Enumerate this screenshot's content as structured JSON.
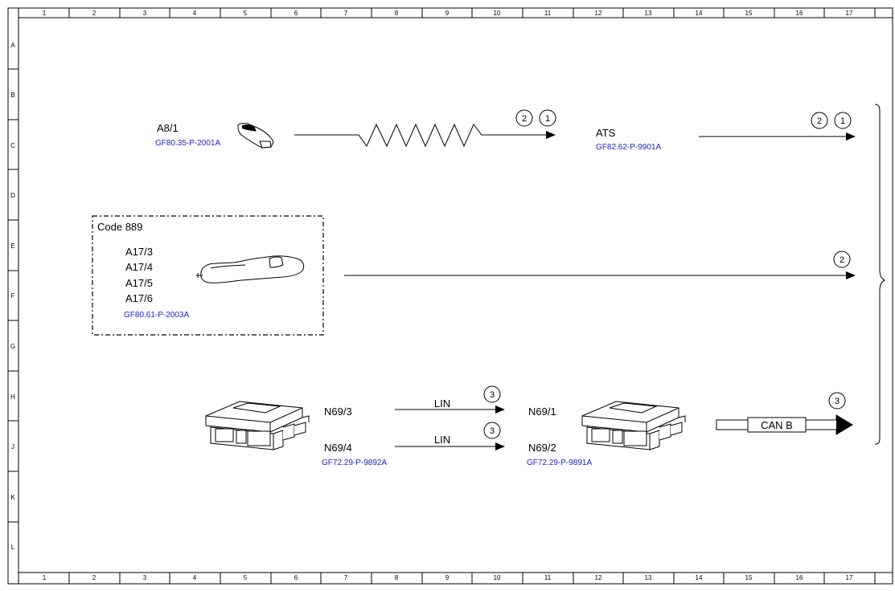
{
  "grid": {
    "columns": [
      "1",
      "2",
      "3",
      "4",
      "5",
      "6",
      "7",
      "8",
      "9",
      "10",
      "11",
      "12",
      "13",
      "14",
      "15",
      "16",
      "17"
    ],
    "rows": [
      "A",
      "B",
      "C",
      "D",
      "E",
      "F",
      "G",
      "H",
      "J",
      "K",
      "L"
    ]
  },
  "components": {
    "key": {
      "name": "A8/1",
      "ref": "GF80.35-P-2001A"
    },
    "ats": {
      "name": "ATS",
      "ref": "GF82.62-P-9901A"
    },
    "door_group": {
      "code": "Code 889",
      "items": [
        "A17/3",
        "A17/4",
        "A17/5",
        "A17/6"
      ],
      "ref": "GF80.61-P-2003A"
    },
    "module_left": {
      "name_top": "N69/3",
      "name_bottom": "N69/4",
      "ref": "GF72.29-P-9892A"
    },
    "module_right": {
      "name_top": "N69/1",
      "name_bottom": "N69/2",
      "ref": "GF72.29-P-9891A"
    }
  },
  "connections": {
    "lin_top": "LIN",
    "lin_bottom": "LIN",
    "can_b": "CAN B"
  },
  "markers": {
    "row1_a": "2",
    "row1_b": "1",
    "row1_c": "2",
    "row1_d": "1",
    "row2": "2",
    "lin_top": "3",
    "lin_bottom": "3",
    "can": "3"
  }
}
